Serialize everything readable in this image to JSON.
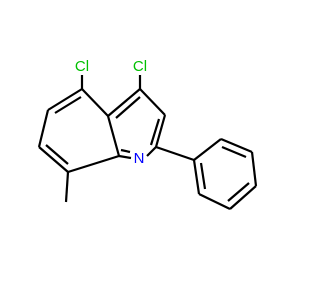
{
  "molecule": {
    "atoms": {
      "cl4": {
        "symbol": "Cl",
        "color": "#00c000"
      },
      "cl5": {
        "symbol": "Cl",
        "color": "#00c000"
      },
      "n1": {
        "symbol": "N",
        "color": "#0000ff"
      }
    },
    "bond_color": "#000000"
  }
}
